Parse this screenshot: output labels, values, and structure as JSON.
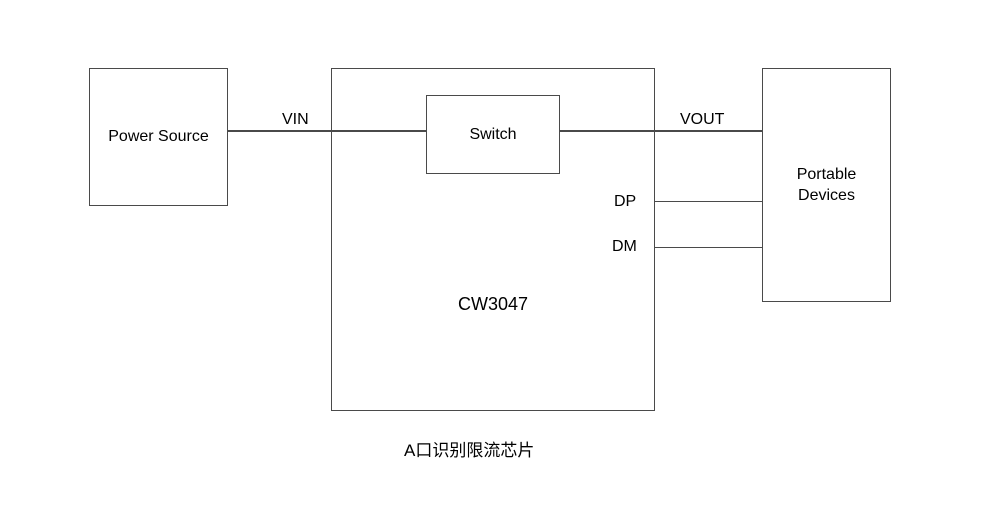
{
  "blocks": {
    "power_source": "Power Source",
    "chip": "CW3047",
    "switch": "Switch",
    "portable_devices_line1": "Portable",
    "portable_devices_line2": "Devices"
  },
  "signals": {
    "vin": "VIN",
    "vout": "VOUT",
    "dp": "DP",
    "dm": "DM"
  },
  "caption": "A口识别限流芯片",
  "colors": {
    "line": "#4a4a4a",
    "text": "#000000",
    "background": "#ffffff"
  }
}
